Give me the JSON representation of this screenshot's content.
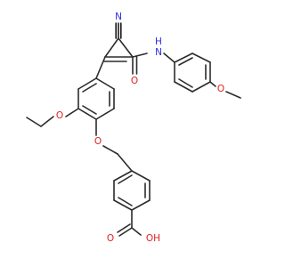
{
  "molecule": {
    "atoms": {
      "n_nitrile": {
        "text": "N",
        "color": "#2a2ae0"
      },
      "nh_amide": {
        "text": "N",
        "color": "#2a2ae0"
      },
      "h_amide": {
        "text": "H",
        "color": "#2a2ae0"
      },
      "o_amide": {
        "text": "O",
        "color": "#e02020"
      },
      "o_methoxy": {
        "text": "O",
        "color": "#e02020"
      },
      "o_ethoxy": {
        "text": "O",
        "color": "#e02020"
      },
      "o_ether": {
        "text": "O",
        "color": "#e02020"
      },
      "o_acid_carbonyl": {
        "text": "O",
        "color": "#e02020"
      },
      "oh_acid": {
        "text": "OH",
        "color": "#e02020"
      }
    },
    "bond_color": "#2b2b2b",
    "nitrile_bond_color": "#1a1a1a"
  }
}
